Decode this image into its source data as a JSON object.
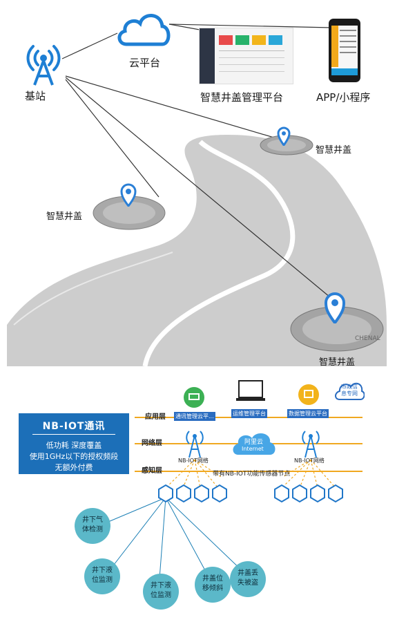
{
  "top": {
    "base_station": "基站",
    "cloud": "云平台",
    "platform": "智慧井盖管理平台",
    "app": "APP/小程序",
    "cover_labels": [
      "智慧井盖",
      "智慧井盖",
      "智慧井盖"
    ],
    "cover_ring_text": "CHENAL"
  },
  "nbiot": {
    "title": "NB-IOT通讯",
    "lines": [
      "低功耗 深度覆盖",
      "使用1GHz以下的授权频段",
      "无额外付费"
    ],
    "layers": [
      "应用层",
      "网络层",
      "感知层"
    ],
    "apps": [
      "通讯管理云平...",
      "运维管理平台",
      "数据管理云平台"
    ],
    "gov": [
      "市政信",
      "息专网"
    ],
    "aliyun": [
      "阿里云",
      "Internet"
    ],
    "towers": [
      "NB-IOT网络",
      "NB-IOT网络"
    ],
    "sensor_node": "带有NB-IOT功能传感器节点",
    "bubbles": [
      [
        "井下气",
        "体检测"
      ],
      [
        "井下液",
        "位监测"
      ],
      [
        "井下液",
        "位监测"
      ],
      [
        "井盖位",
        "移倾斜"
      ],
      [
        "井盖丢",
        "失被盗"
      ]
    ]
  },
  "colors": {
    "accent_blue": "#1c6fb8",
    "road": "#c9c9c9",
    "layer_line": "#f0a820",
    "bubble": "#5bb8c9"
  }
}
